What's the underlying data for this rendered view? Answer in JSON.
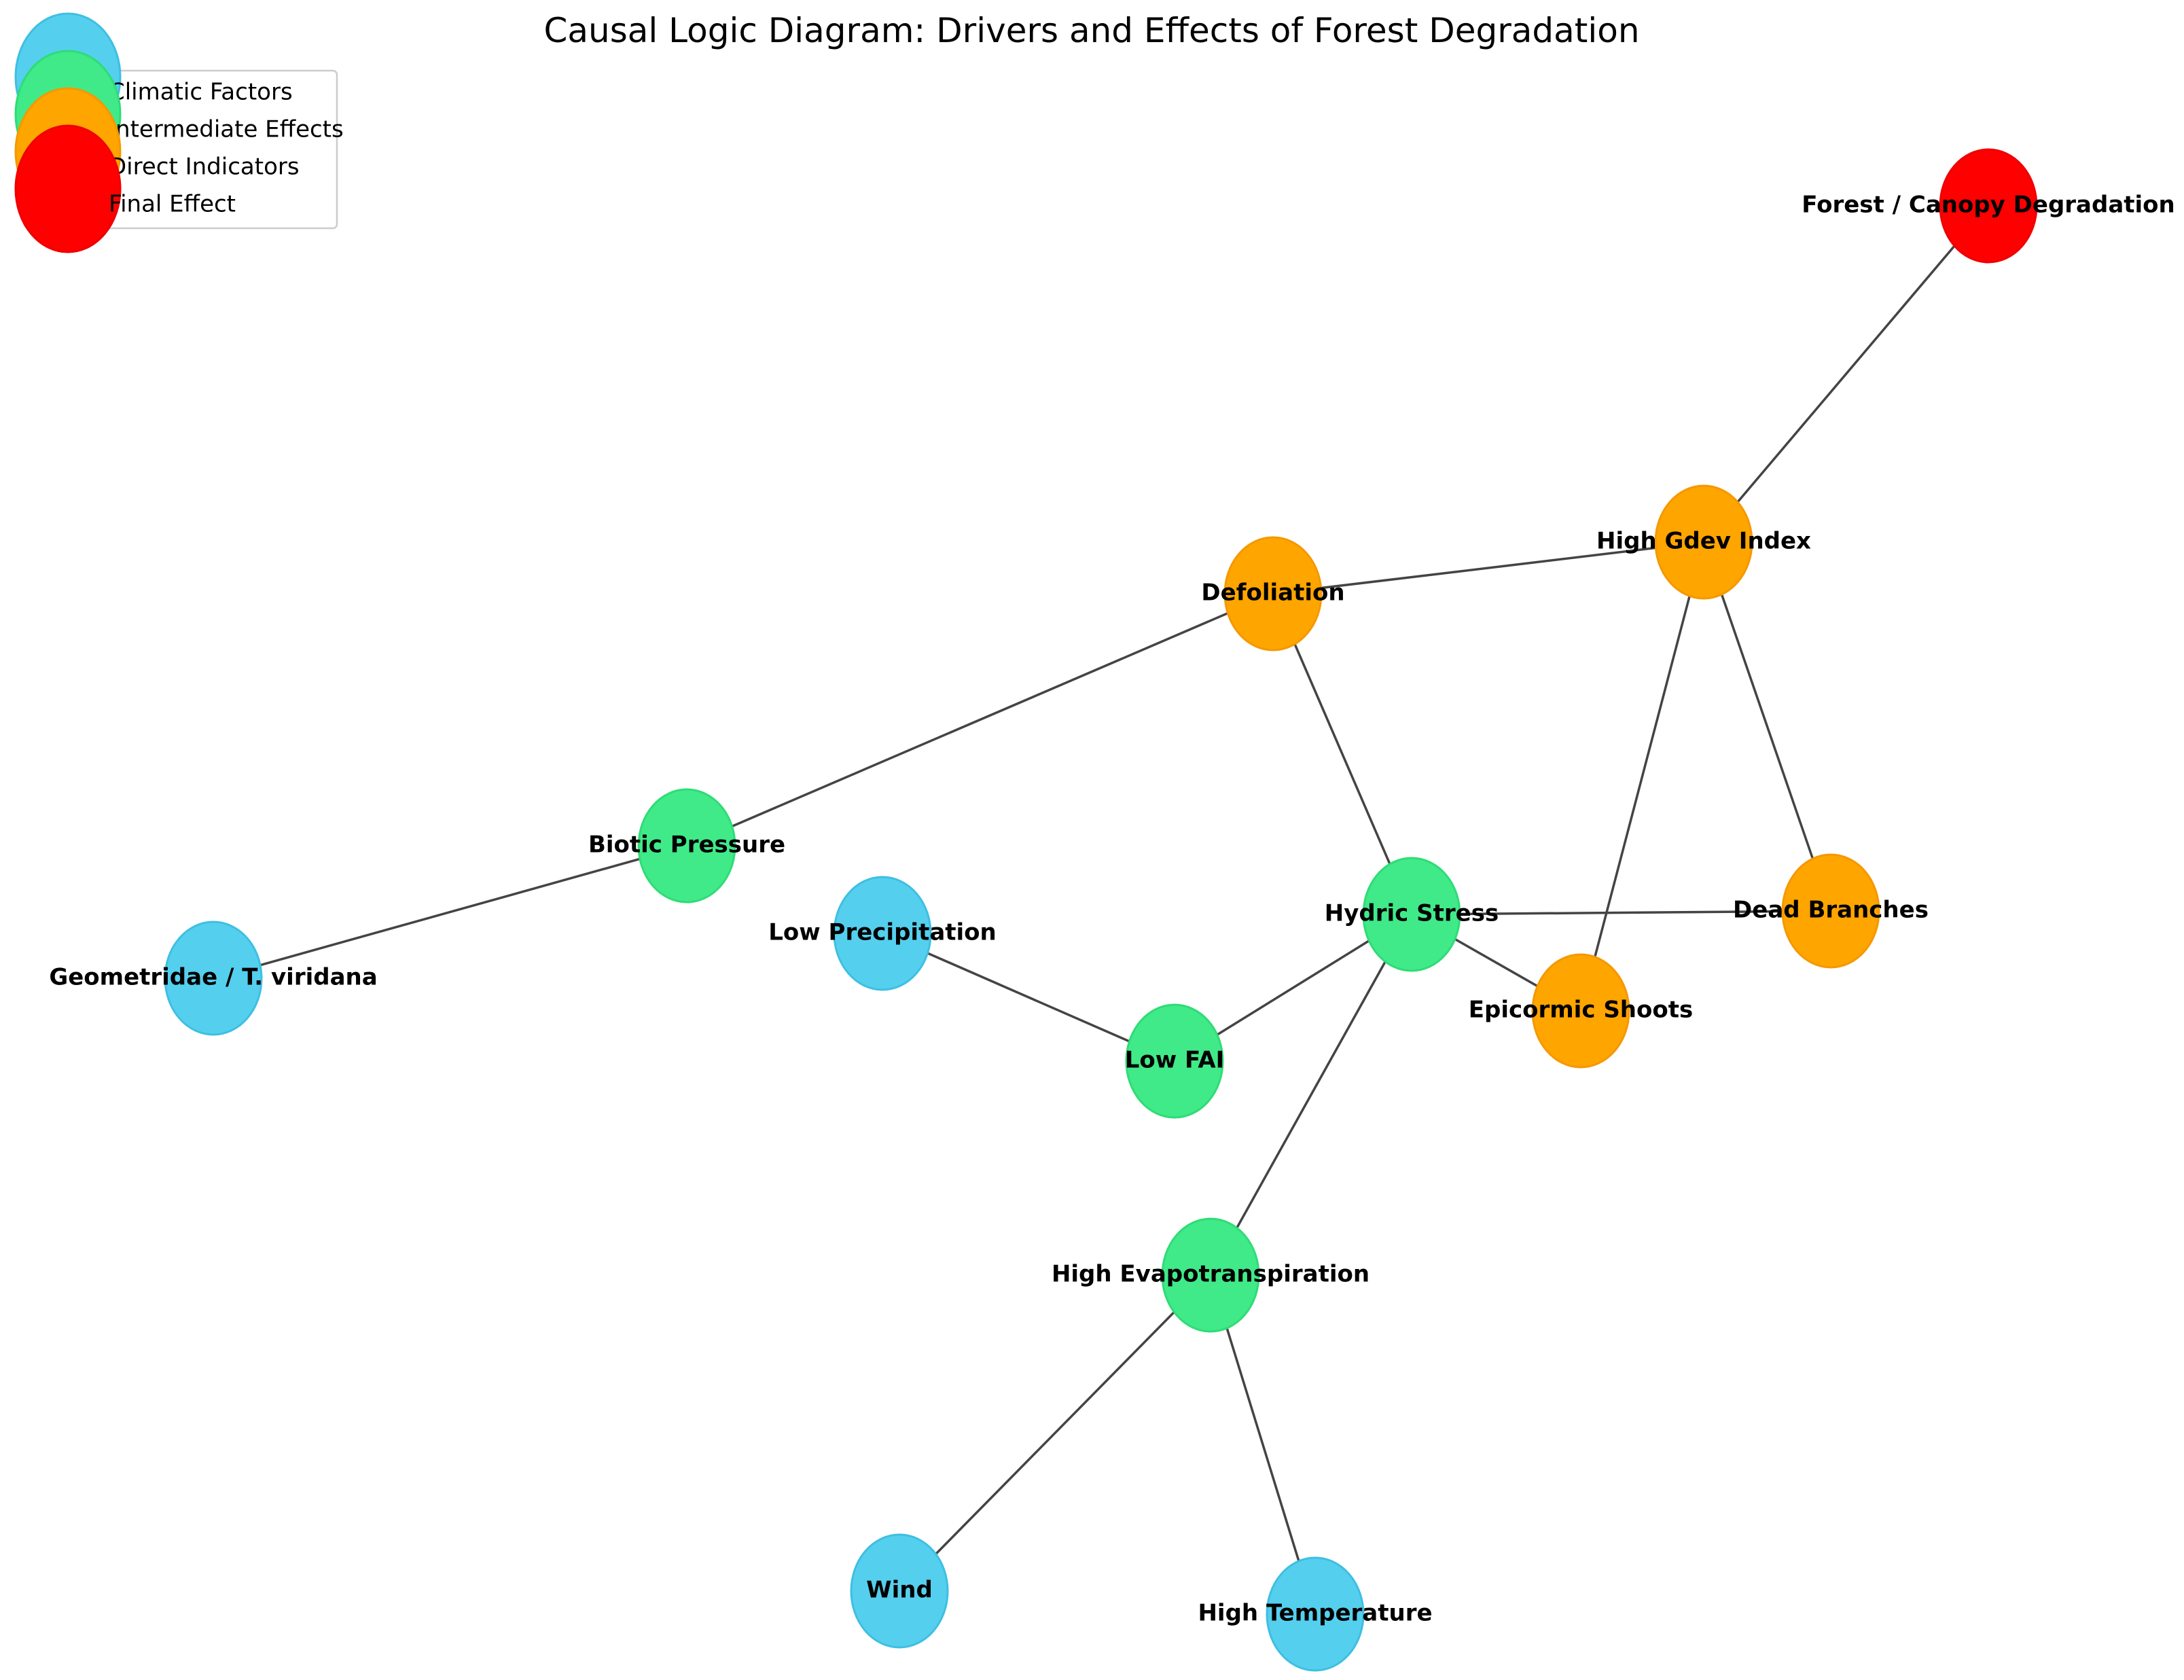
{
  "title": "Causal Logic Diagram: Drivers and Effects of Forest Degradation",
  "categories": [
    {
      "key": "climatic",
      "label": "Climatic Factors",
      "color": "#55cfee",
      "stroke": "#3ebfe2"
    },
    {
      "key": "intermediate",
      "label": "Intermediate Effects",
      "color": "#40ea88",
      "stroke": "#2edc76"
    },
    {
      "key": "direct",
      "label": "Direct Indicators",
      "color": "#ffa500",
      "stroke": "#f59800"
    },
    {
      "key": "final",
      "label": "Final Effect",
      "color": "#ff0000",
      "stroke": "#f00000"
    }
  ],
  "nodes": [
    {
      "id": "forest",
      "label": "Forest / Canopy Degradation",
      "category": "final"
    },
    {
      "id": "gdev",
      "label": "High Gdev Index",
      "category": "direct"
    },
    {
      "id": "defoliation",
      "label": "Defoliation",
      "category": "direct"
    },
    {
      "id": "dead",
      "label": "Dead Branches",
      "category": "direct"
    },
    {
      "id": "epicormic",
      "label": "Epicormic Shoots",
      "category": "direct"
    },
    {
      "id": "biotic",
      "label": "Biotic Pressure",
      "category": "intermediate"
    },
    {
      "id": "hydric",
      "label": "Hydric Stress",
      "category": "intermediate"
    },
    {
      "id": "fai",
      "label": "Low FAI",
      "category": "intermediate"
    },
    {
      "id": "evapo",
      "label": "High Evapotranspiration",
      "category": "intermediate"
    },
    {
      "id": "geometridae",
      "label": "Geometridae / T. viridana",
      "category": "climatic"
    },
    {
      "id": "precip",
      "label": "Low Precipitation",
      "category": "climatic"
    },
    {
      "id": "wind",
      "label": "Wind",
      "category": "climatic"
    },
    {
      "id": "temp",
      "label": "High Temperature",
      "category": "climatic"
    }
  ],
  "edges": [
    [
      "gdev",
      "forest"
    ],
    [
      "defoliation",
      "gdev"
    ],
    [
      "dead",
      "gdev"
    ],
    [
      "epicormic",
      "gdev"
    ],
    [
      "biotic",
      "defoliation"
    ],
    [
      "hydric",
      "defoliation"
    ],
    [
      "hydric",
      "dead"
    ],
    [
      "hydric",
      "epicormic"
    ],
    [
      "geometridae",
      "biotic"
    ],
    [
      "precip",
      "fai"
    ],
    [
      "fai",
      "hydric"
    ],
    [
      "evapo",
      "hydric"
    ],
    [
      "wind",
      "evapo"
    ],
    [
      "temp",
      "evapo"
    ]
  ]
}
